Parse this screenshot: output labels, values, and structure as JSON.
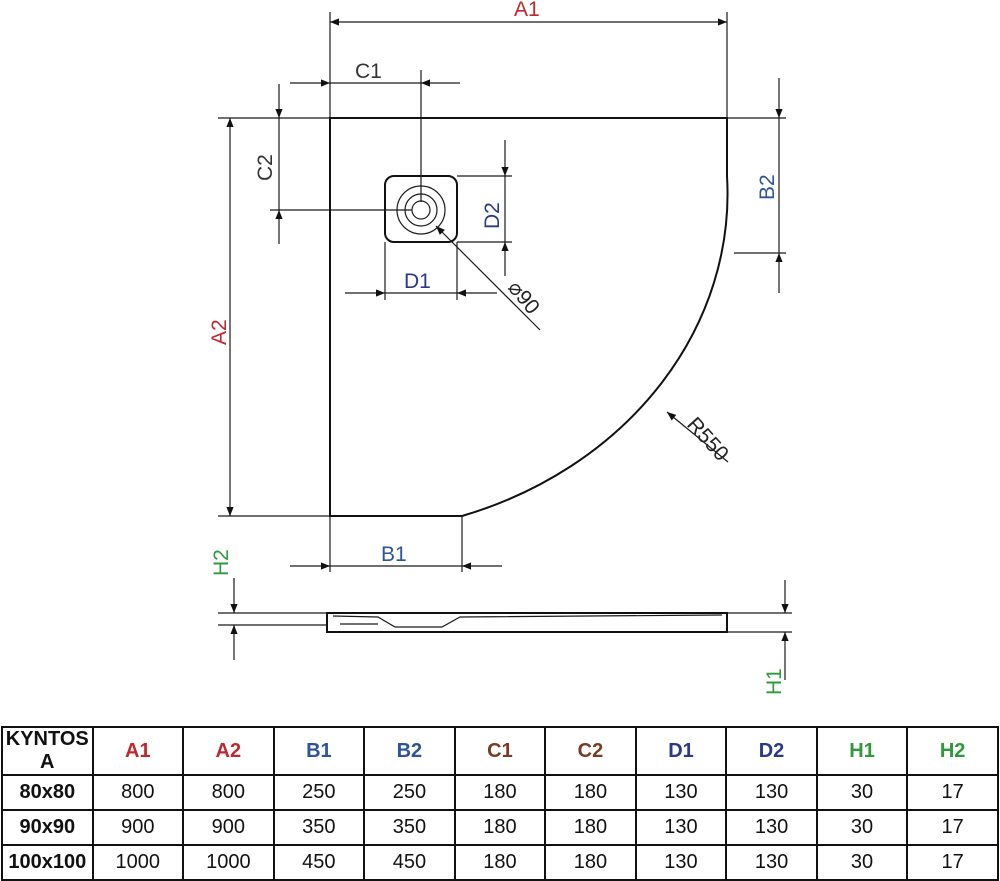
{
  "colors": {
    "red": "#c0282d",
    "blue": "#2e5597",
    "brown": "#7a3b24",
    "navy": "#2b3a86",
    "green": "#2f9a3a",
    "line": "#111111"
  },
  "labels": {
    "a1": "A1",
    "a2": "A2",
    "b1": "B1",
    "b2": "B2",
    "c1": "C1",
    "c2": "C2",
    "d1": "D1",
    "d2": "D2",
    "h1": "H1",
    "h2": "H2",
    "diameter": "⌀90",
    "radius": "R550"
  },
  "table": {
    "corner": "KYNTOS A",
    "headers": [
      "A1",
      "A2",
      "B1",
      "B2",
      "C1",
      "C2",
      "D1",
      "D2",
      "H1",
      "H2"
    ],
    "rows": [
      {
        "label": "80x80",
        "values": [
          "800",
          "800",
          "250",
          "250",
          "180",
          "180",
          "130",
          "130",
          "30",
          "17"
        ]
      },
      {
        "label": "90x90",
        "values": [
          "900",
          "900",
          "350",
          "350",
          "180",
          "180",
          "130",
          "130",
          "30",
          "17"
        ]
      },
      {
        "label": "100x100",
        "values": [
          "1000",
          "1000",
          "450",
          "450",
          "180",
          "180",
          "130",
          "130",
          "30",
          "17"
        ]
      }
    ]
  }
}
